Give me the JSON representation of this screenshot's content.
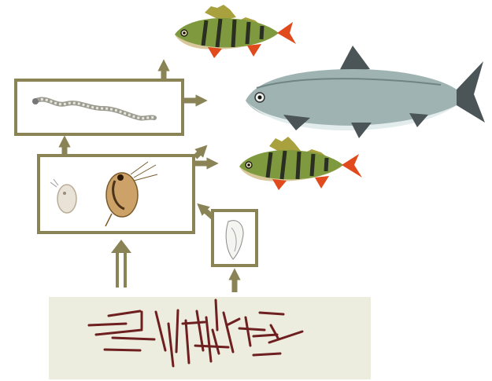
{
  "diagram": {
    "kind": "food-web",
    "colors": {
      "arrow": "#8a8356",
      "box_stroke": "#8a8356",
      "algae_background": "#ecedde",
      "algae_filament": "#6e1f1f",
      "perch_body": "#7f9a3e",
      "perch_stripe": "#2a2f22",
      "perch_fin": "#e04a1c",
      "whitefish_body": "#9fb4b2",
      "whitefish_fin": "#4b5557"
    },
    "nodes": [
      {
        "id": "algae",
        "icon": "filamentous-algae"
      },
      {
        "id": "rotifer",
        "icon": "rotifer"
      },
      {
        "id": "zooplankton",
        "icon": "daphnia-zooplankton"
      },
      {
        "id": "chironomid",
        "icon": "chironomid-larva"
      },
      {
        "id": "perch-top",
        "icon": "perch-fish"
      },
      {
        "id": "whitefish",
        "icon": "whitefish"
      },
      {
        "id": "perch-bottom",
        "icon": "perch-fish"
      }
    ],
    "links": [
      {
        "from": "algae",
        "to": "zooplankton"
      },
      {
        "from": "algae",
        "to": "rotifer"
      },
      {
        "from": "rotifer",
        "to": "zooplankton"
      },
      {
        "from": "zooplankton",
        "to": "chironomid"
      },
      {
        "from": "zooplankton",
        "to": "whitefish"
      },
      {
        "from": "zooplankton",
        "to": "perch-bottom"
      },
      {
        "from": "chironomid",
        "to": "perch-top"
      },
      {
        "from": "chironomid",
        "to": "whitefish"
      }
    ]
  }
}
